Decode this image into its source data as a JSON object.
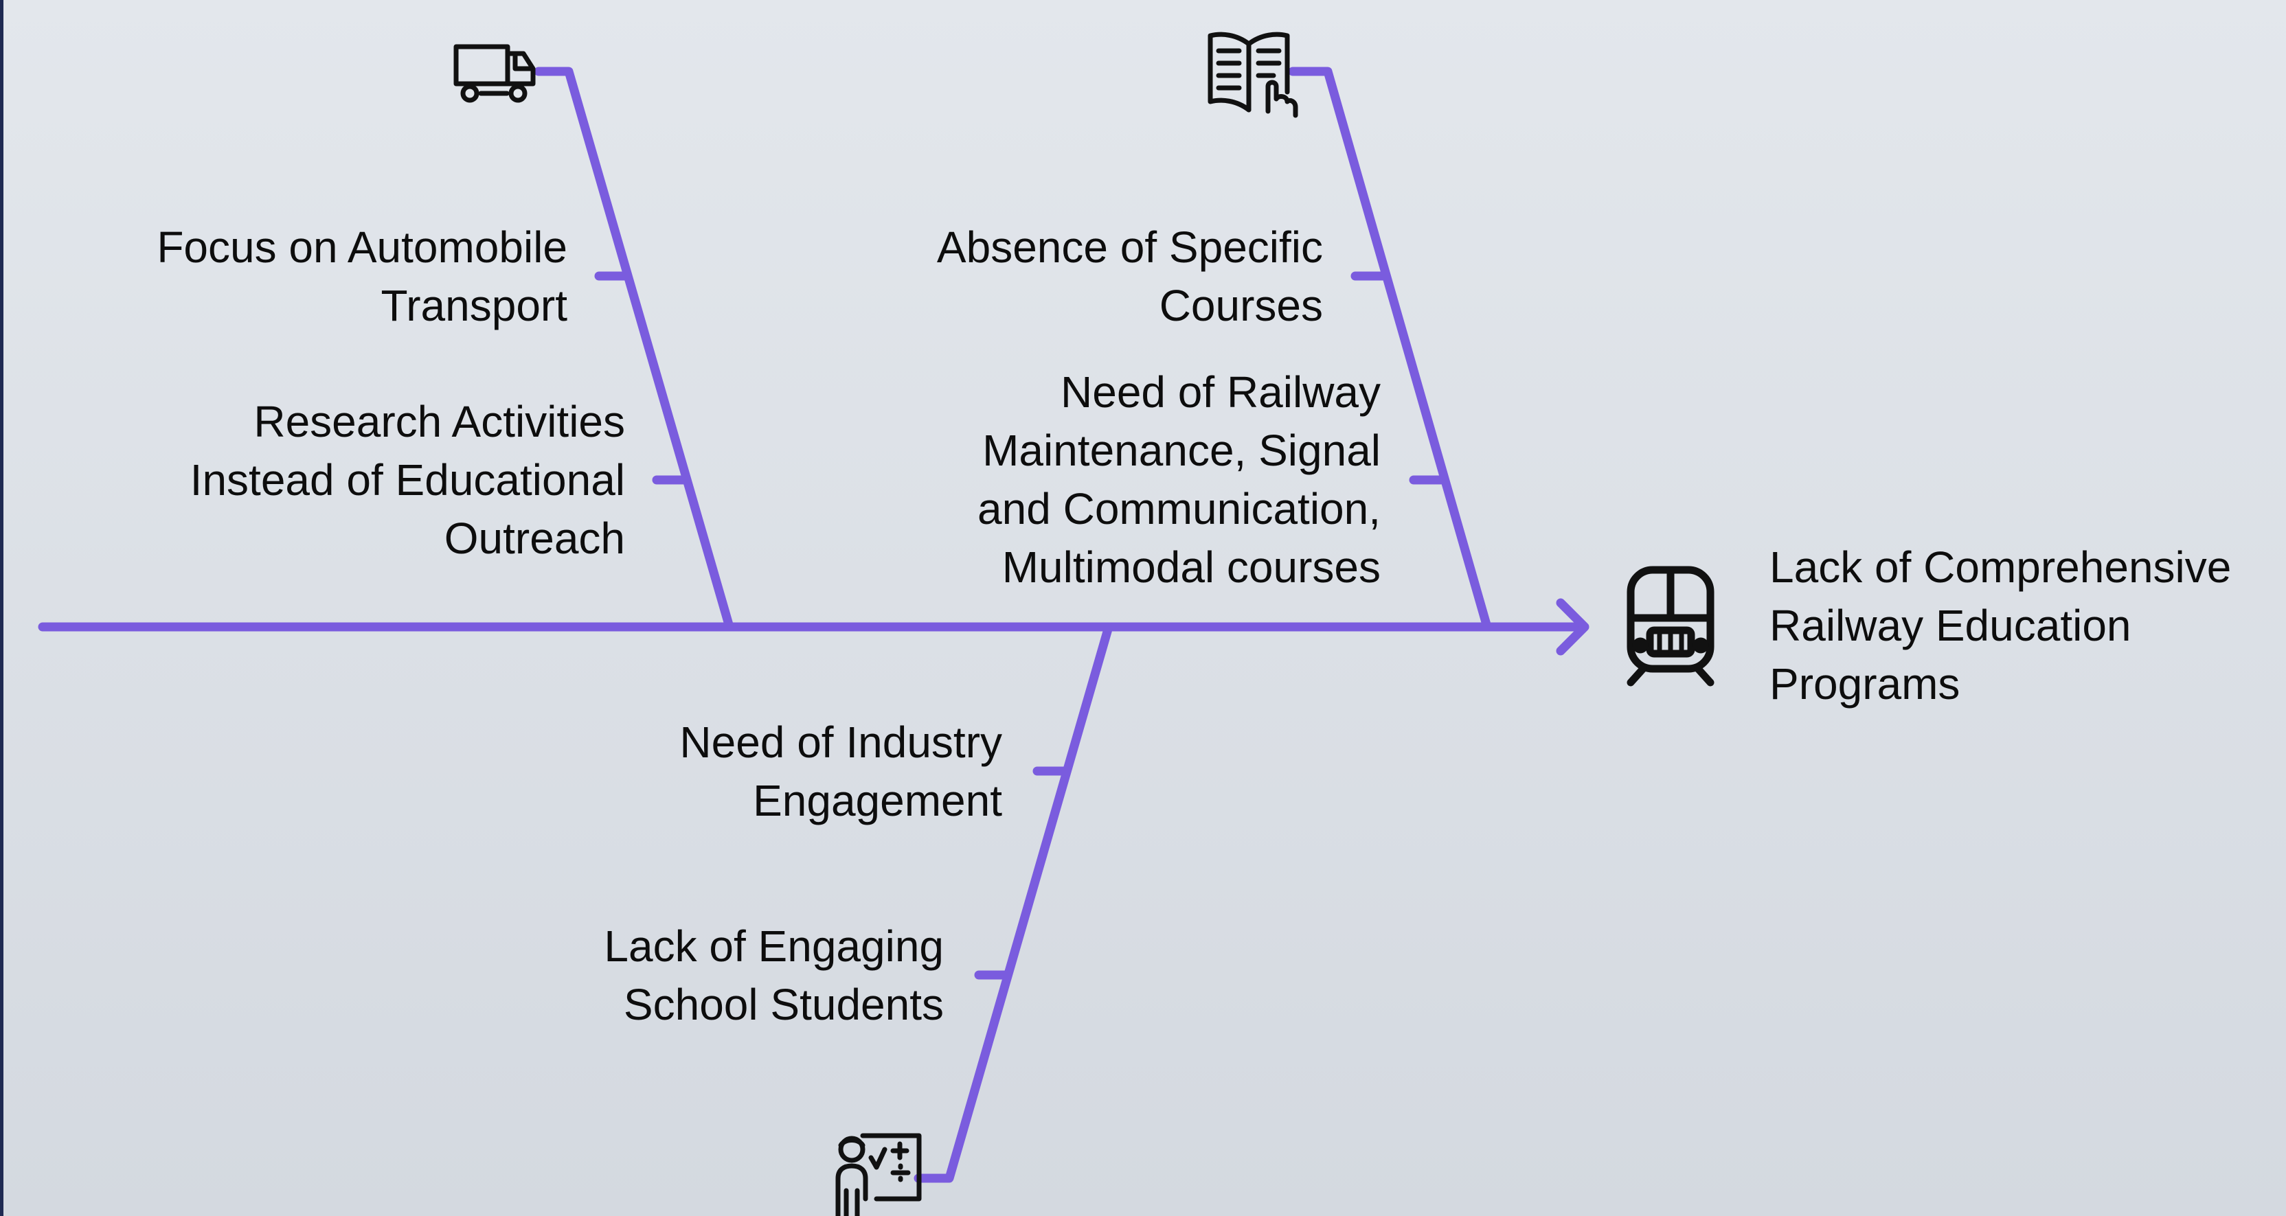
{
  "effect": {
    "label": "Lack of Comprehensive\nRailway Education\nPrograms",
    "icon": "train-icon"
  },
  "categories": [
    {
      "icon": "truck-icon",
      "causes": [
        "Focus on Automobile\nTransport",
        "Research Activities\nInstead of Educational\nOutreach"
      ]
    },
    {
      "icon": "open-book-icon",
      "causes": [
        "Absence of Specific\nCourses",
        "Need of Railway\nMaintenance, Signal\nand Communication,\nMultimodal courses"
      ]
    },
    {
      "icon": "teacher-icon",
      "causes": [
        "Need of Industry\nEngagement",
        "Lack of Engaging\nSchool Students"
      ]
    }
  ],
  "colors": {
    "line": "#7a5cde",
    "icon": "#111111",
    "text": "#0d0d0d"
  }
}
